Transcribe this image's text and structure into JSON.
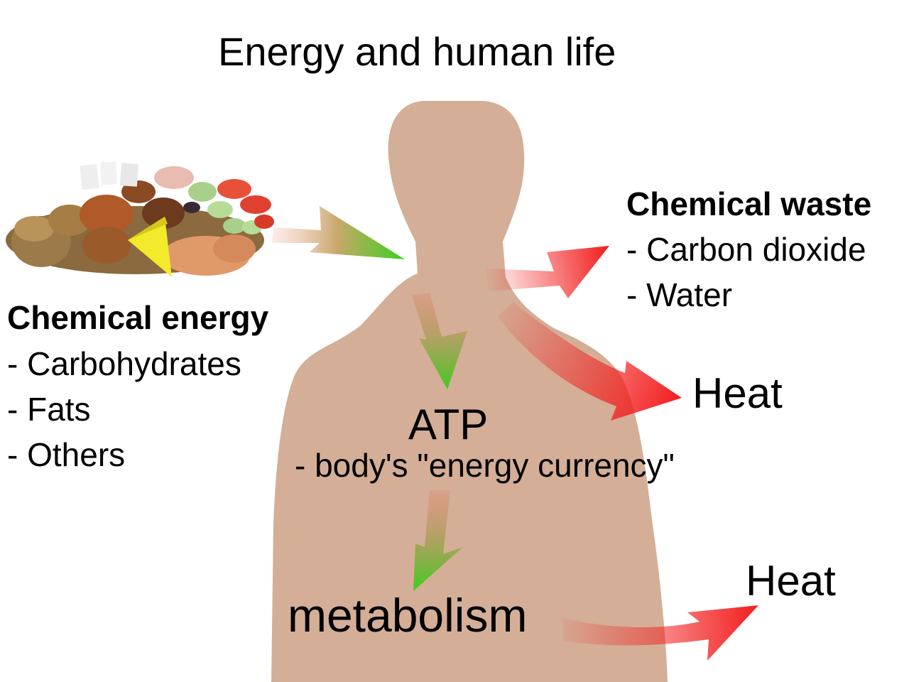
{
  "title": "Energy and human life",
  "energy": {
    "heading": "Chemical energy",
    "items": [
      "- Carbohydrates",
      "- Fats",
      "- Others"
    ]
  },
  "waste": {
    "heading": "Chemical waste",
    "items": [
      "- Carbon dioxide",
      "- Water"
    ]
  },
  "heat_upper": "Heat",
  "heat_lower": "Heat",
  "atp": {
    "label": "ATP",
    "subtitle": "- body's \"energy currency\""
  },
  "metabolism": "metabolism",
  "colors": {
    "body": "#d4ae97",
    "arrow_green": "#3ccf1e",
    "arrow_red": "#f21d1d",
    "text": "#000000"
  },
  "icons": {
    "food": "food-plate-icon",
    "body": "human-silhouette-icon"
  }
}
